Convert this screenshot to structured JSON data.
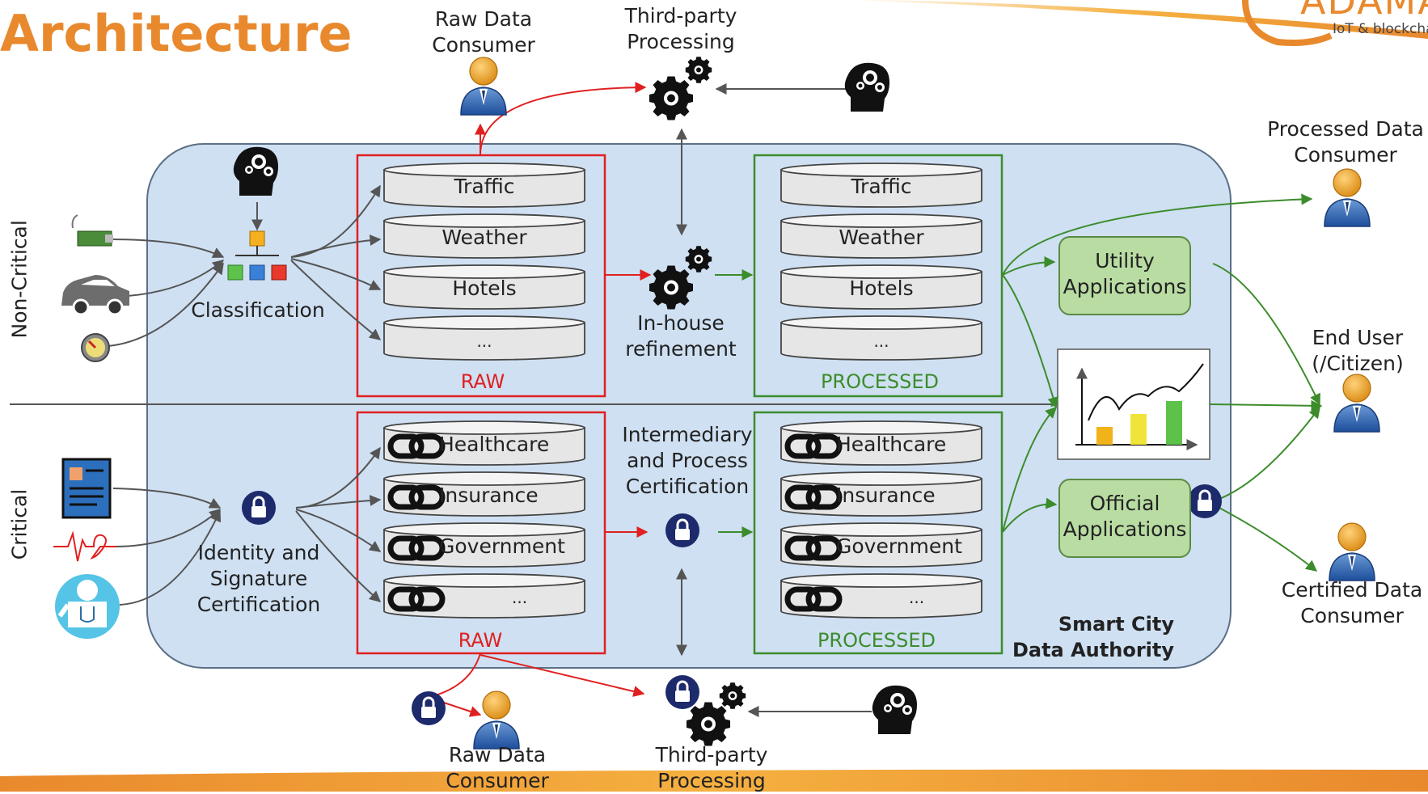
{
  "title": "Architecture",
  "logo": {
    "name": "ADAMA",
    "tagline": "IoT & blockcha"
  },
  "side_labels": {
    "top": "Non-Critical",
    "bottom": "Critical"
  },
  "top_nodes": {
    "raw_consumer": [
      "Raw Data",
      "Consumer"
    ],
    "third_party": [
      "Third-party",
      "Processing"
    ]
  },
  "bottom_nodes": {
    "raw_consumer": [
      "Raw Data",
      "Consumer"
    ],
    "third_party": [
      "Third-party",
      "Processing"
    ]
  },
  "classification": "Classification",
  "identity_cert": [
    "Identity and",
    "Signature",
    "Certification"
  ],
  "inhouse": [
    "In-house",
    "refinement"
  ],
  "intermediary": [
    "Intermediary",
    "and Process",
    "Certification"
  ],
  "raw_label": "RAW",
  "processed_label": "PROCESSED",
  "noncritical_stores": [
    "Traffic",
    "Weather",
    "Hotels",
    "..."
  ],
  "critical_stores": [
    "Healthcare",
    "Insurance",
    "Government",
    "..."
  ],
  "utility_apps": [
    "Utility",
    "Applications"
  ],
  "official_apps": [
    "Official",
    "Applications"
  ],
  "consumers": {
    "processed": [
      "Processed Data",
      "Consumer"
    ],
    "end_user": [
      "End User",
      "(/Citizen)"
    ],
    "certified": [
      "Certified Data",
      "Consumer"
    ]
  },
  "authority": [
    "Smart City",
    "Data Authority"
  ],
  "colors": {
    "accent": "#e9892d",
    "panel": "#cfe0f2",
    "raw": "#e02020",
    "processed": "#3c8c2c",
    "lock": "#1d2a6b"
  }
}
